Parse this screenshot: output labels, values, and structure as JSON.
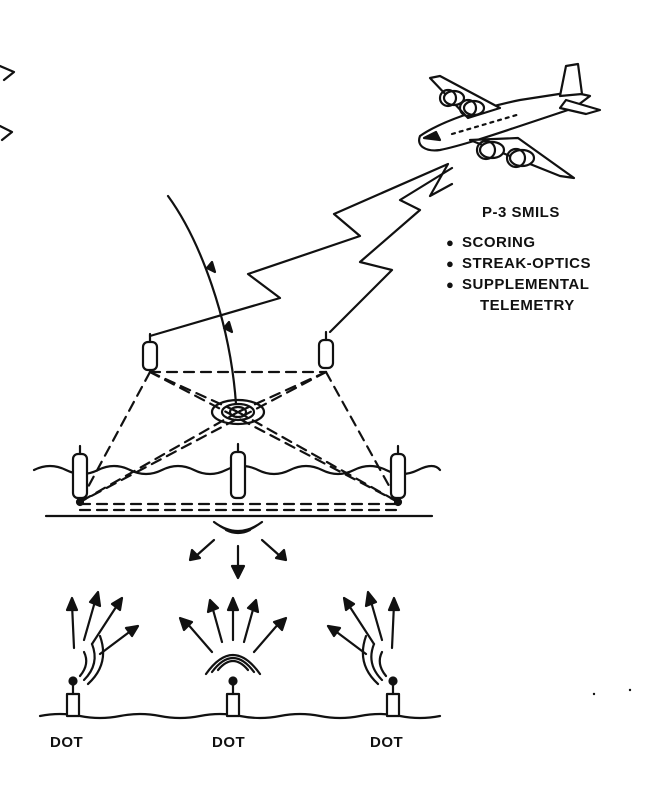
{
  "aircraft": {
    "title": "P-3 SMILS",
    "functions": [
      "SCORING",
      "STREAK-OPTICS",
      "SUPPLEMENTAL"
    ],
    "functions_continuation": "TELEMETRY"
  },
  "seabed_units": [
    "DOT",
    "DOT",
    "DOT"
  ],
  "colors": {
    "ink": "#111111",
    "paper": "#ffffff"
  }
}
